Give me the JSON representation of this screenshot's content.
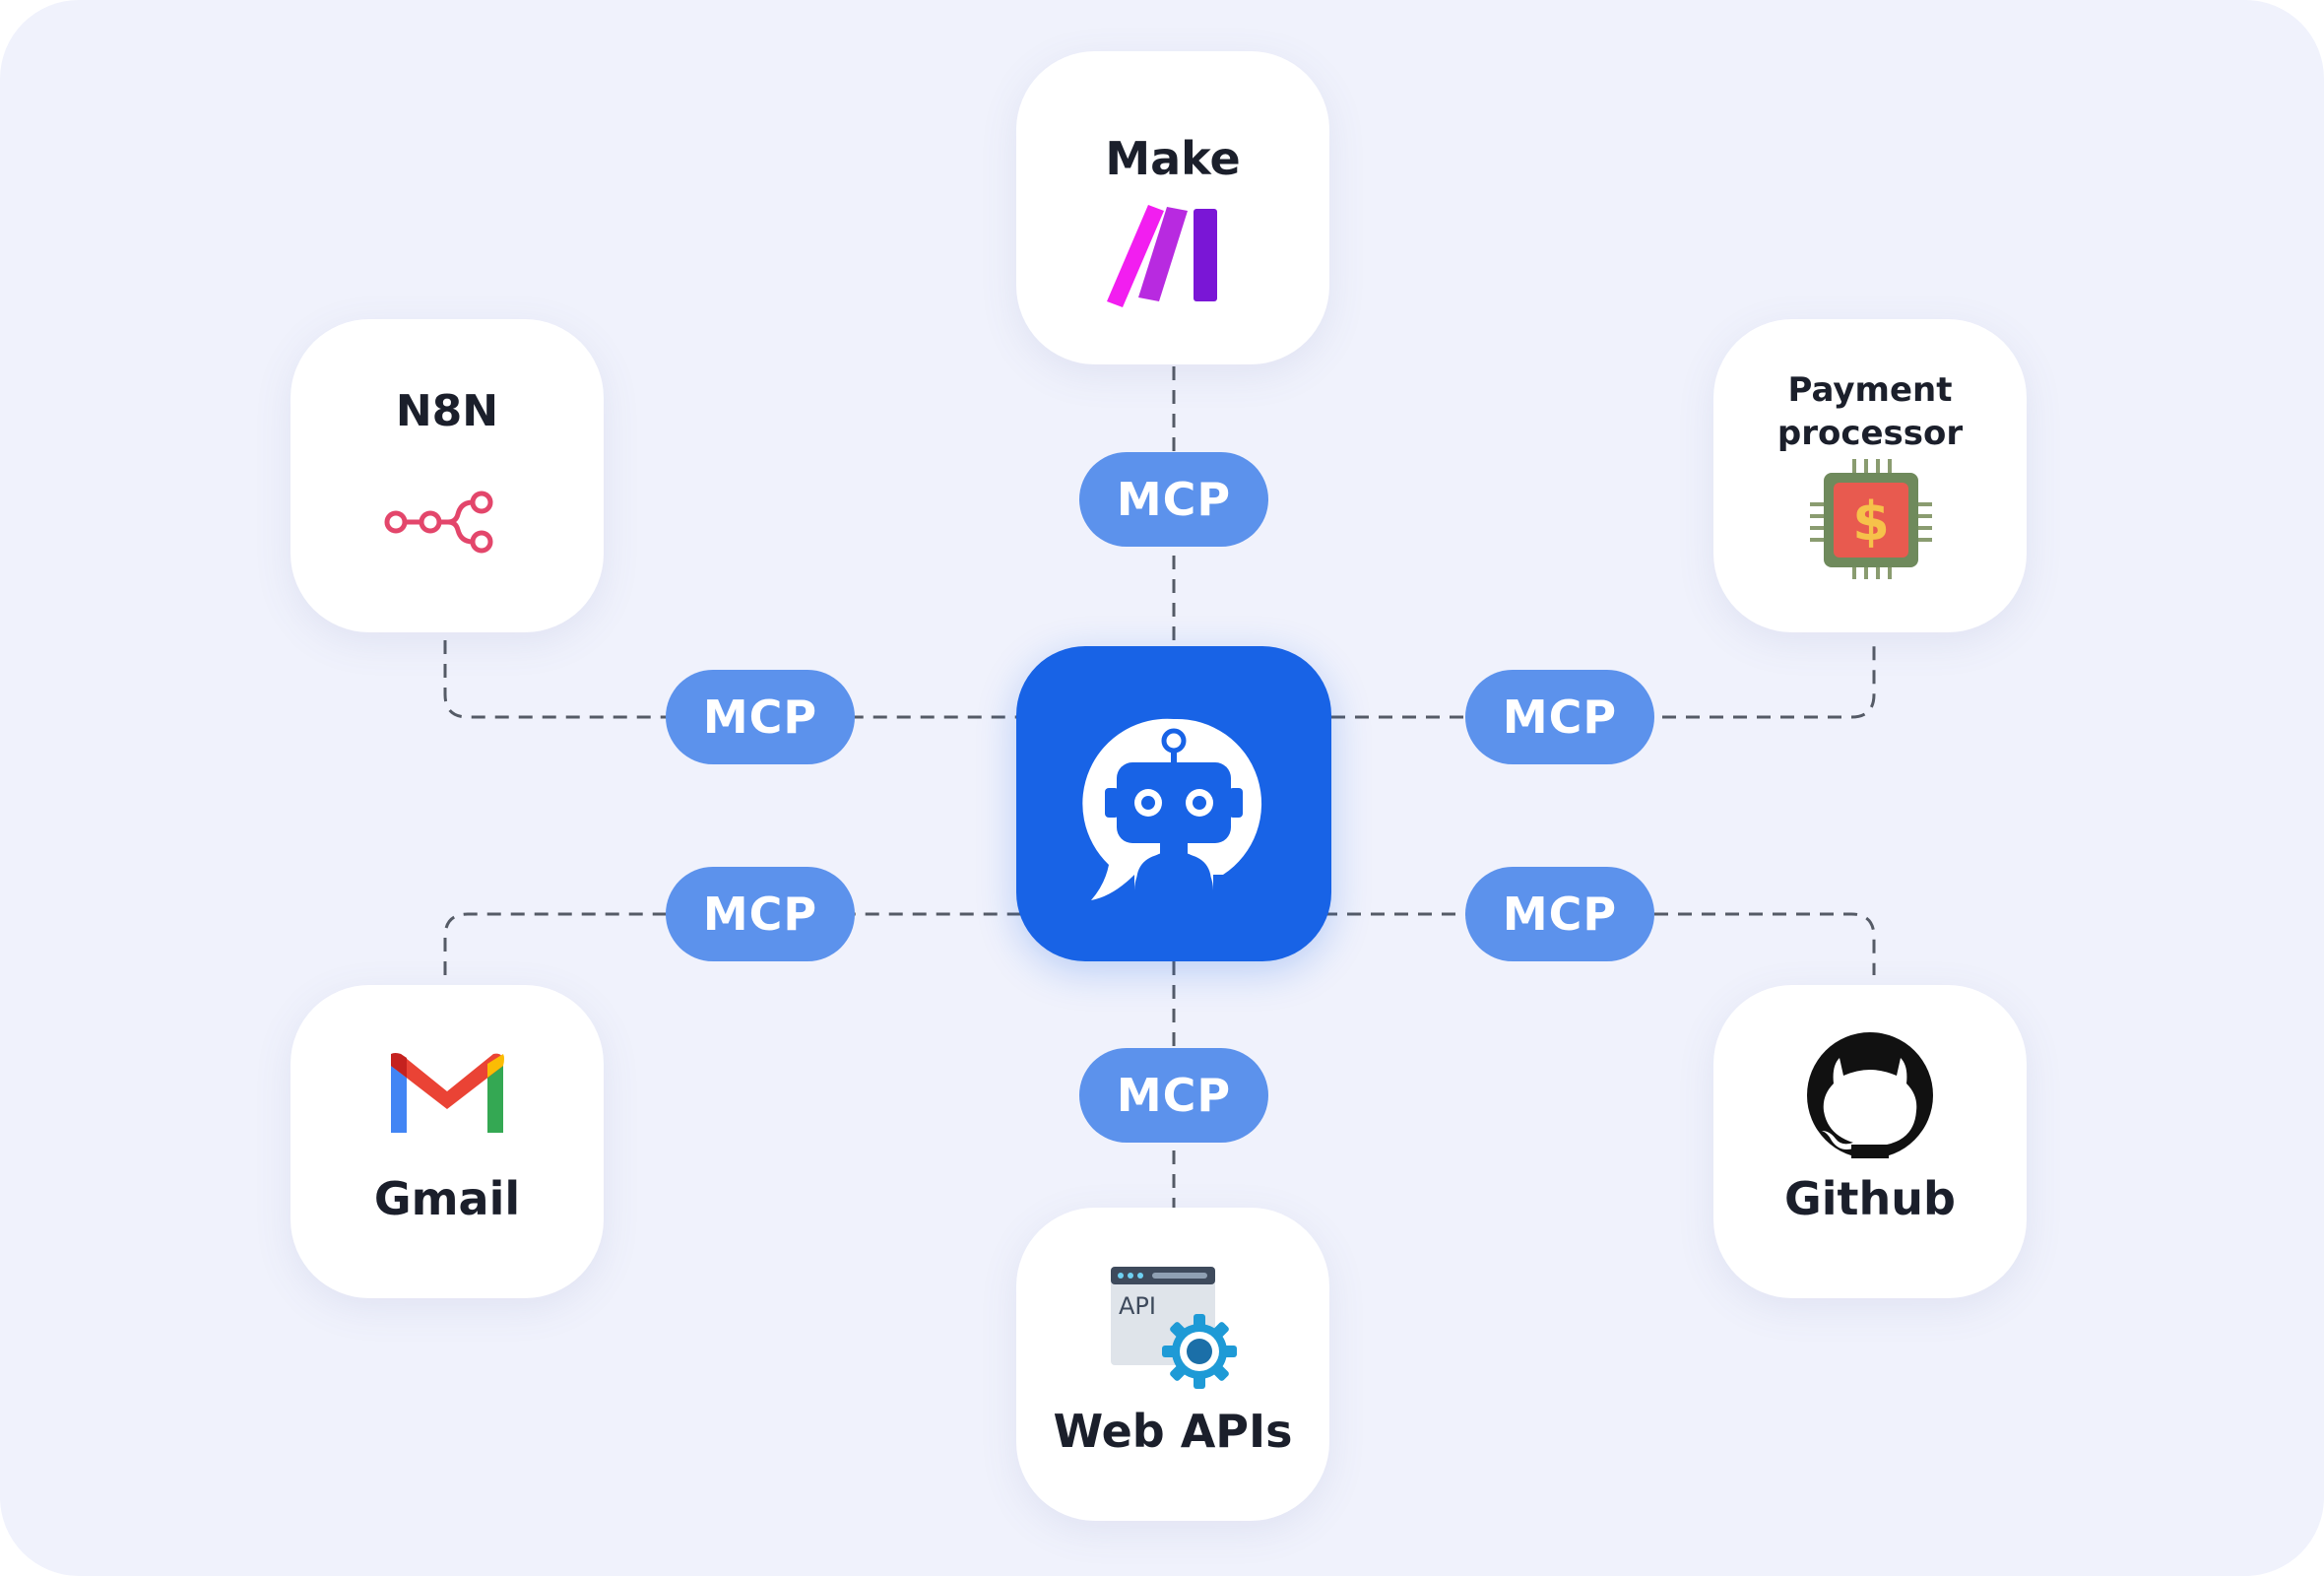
{
  "hub": {
    "icon": "chatbot-robot-icon",
    "color": "#1863e6"
  },
  "connector": {
    "label": "MCP",
    "pill_color": "#5c92ec",
    "line_color": "#555b66"
  },
  "nodes": {
    "make": {
      "label": "Make",
      "icon": "make-logo-icon"
    },
    "n8n": {
      "label": "N8N",
      "icon": "n8n-workflow-icon"
    },
    "payment": {
      "label_line1": "Payment",
      "label_line2": "processor",
      "icon": "dollar-chip-icon"
    },
    "gmail": {
      "label": "Gmail",
      "icon": "gmail-logo-icon"
    },
    "github": {
      "label": "Github",
      "icon": "github-octocat-icon"
    },
    "webapis": {
      "label": "Web APIs",
      "icon": "api-gear-icon",
      "icon_text": "API"
    }
  },
  "colors": {
    "background": "#f0f2fc",
    "card": "#ffffff",
    "text": "#1b1f2b",
    "make_gradient": [
      "#ff18f0",
      "#7a16d6"
    ],
    "n8n": "#e3466b",
    "gmail": [
      "#4285f4",
      "#ea4335",
      "#fbbc04",
      "#34a853"
    ],
    "github": "#111111"
  }
}
